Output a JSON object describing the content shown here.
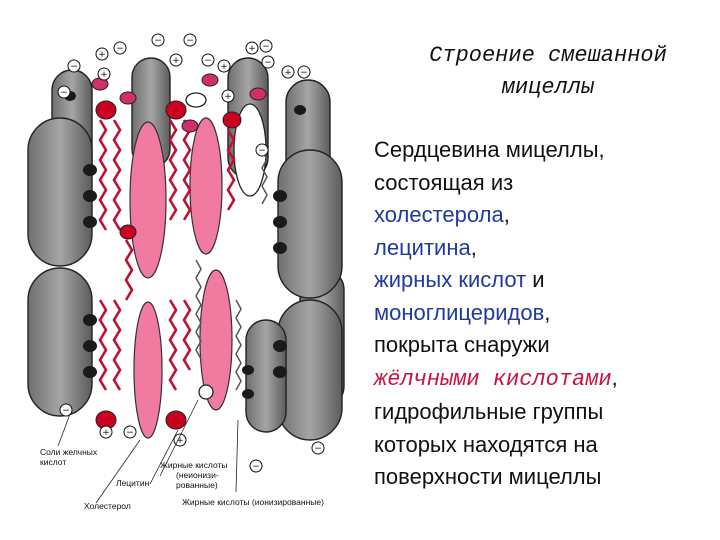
{
  "slide": {
    "title_line1": "Строение смешанной",
    "title_line2": "мицеллы",
    "text": {
      "p1": "Сердцевина мицеллы,",
      "p2": "состоящая из",
      "cholesterol": "холестерола",
      "comma1": ",",
      "lecithin": "лецитина",
      "comma2": ",",
      "fatty_acids": "жирных кислот",
      "and": " и",
      "monoglycerides": "моноглицеридов",
      "comma3": ",",
      "p3": "покрыта снаружи",
      "bile_acids": "жёлчными кислотами",
      "comma4": ",",
      "p4": "гидрофильные группы",
      "p5": "которых находятся на",
      "p6": "поверхности мицеллы"
    }
  },
  "diagram": {
    "labels": {
      "bile_salts_1": "Соли желчных",
      "bile_salts_2": "кислот",
      "fatty_acids_nonion_1": "Жирные кислоты",
      "fatty_acids_nonion_2": "(неионизи-",
      "fatty_acids_nonion_3": "рованные)",
      "lecithin": "Лецитин",
      "cholesterol": "Холестерол",
      "fatty_acids_ion": "Жирные кислоты (ионизированные)"
    },
    "colors": {
      "bile_salt_body": "#8c8c8c",
      "pink_cholesterol": "#f07aa0",
      "red_head": "#cc0020",
      "chain_red": "#c01030",
      "chain_grey": "#555555"
    }
  }
}
